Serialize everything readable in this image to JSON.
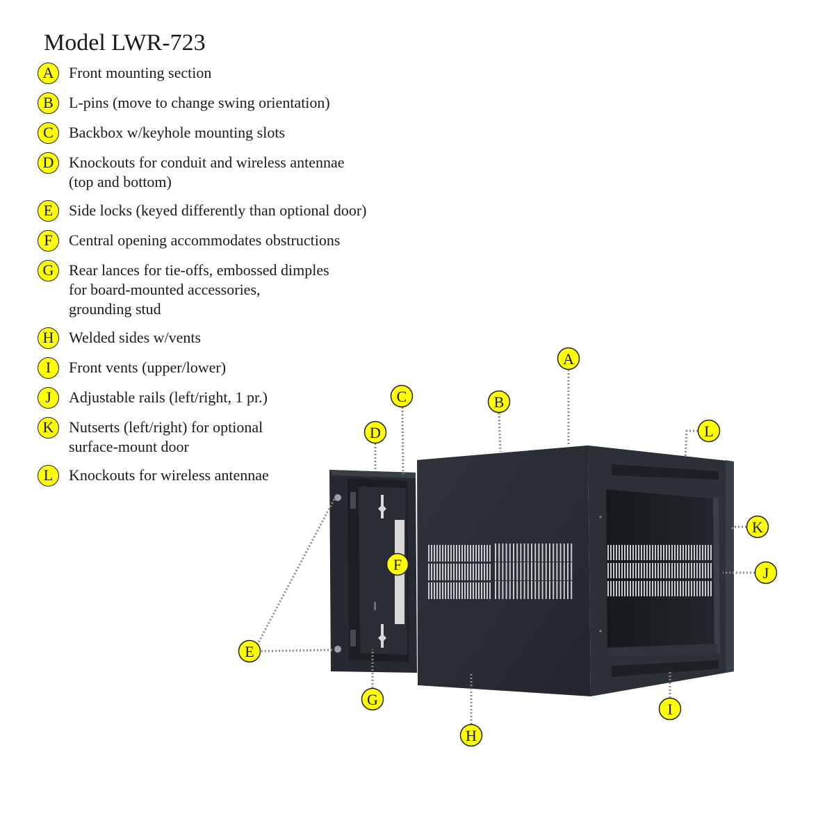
{
  "title": "Model LWR-723",
  "legend": [
    {
      "letter": "A",
      "lines": [
        "Front mounting section"
      ]
    },
    {
      "letter": "B",
      "lines": [
        "L-pins (move to change swing orientation)"
      ]
    },
    {
      "letter": "C",
      "lines": [
        "Backbox w/keyhole mounting slots"
      ]
    },
    {
      "letter": "D",
      "lines": [
        "Knockouts for conduit and wireless antennae",
        "(top and bottom)"
      ]
    },
    {
      "letter": "E",
      "lines": [
        "Side locks (keyed differently than optional door)"
      ]
    },
    {
      "letter": "F",
      "lines": [
        "Central opening accommodates obstructions"
      ]
    },
    {
      "letter": "G",
      "lines": [
        "Rear lances for tie-offs, embossed dimples",
        "for board-mounted accessories,",
        "grounding stud"
      ]
    },
    {
      "letter": "H",
      "lines": [
        "Welded sides w/vents"
      ]
    },
    {
      "letter": "I",
      "lines": [
        "Front vents (upper/lower)"
      ]
    },
    {
      "letter": "J",
      "lines": [
        "Adjustable rails (left/right, 1 pr.)"
      ]
    },
    {
      "letter": "K",
      "lines": [
        "Nutserts (left/right) for optional",
        "surface-mount door"
      ]
    },
    {
      "letter": "L",
      "lines": [
        "Knockouts for wireless antennae"
      ]
    }
  ],
  "callouts": {
    "A": "A",
    "B": "B",
    "C": "C",
    "D": "D",
    "E": "E",
    "F": "F",
    "G": "G",
    "H": "H",
    "I": "I",
    "J": "J",
    "K": "K",
    "L": "L"
  },
  "colors": {
    "badge_fill": "#ffff00",
    "cabinet": "#2b2f36",
    "leader": "#8a8a8a"
  }
}
